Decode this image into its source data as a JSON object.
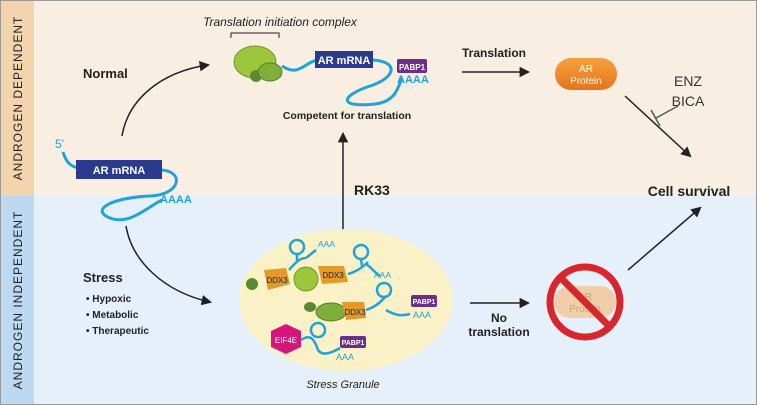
{
  "bands": {
    "top_label": "ANDROGEN DEPENDENT",
    "bottom_label": "ANDROGEN INDEPENDENT",
    "top_color": "#f8eee1",
    "bottom_color": "#e6f0fa",
    "side_top_color": "#f3d4ad",
    "side_bottom_color": "#bcd9f1"
  },
  "mrna": {
    "five_prime": "5'",
    "label": "AR mRNA",
    "polya": "AAAA"
  },
  "normal": {
    "label": "Normal",
    "complex_title": "Translation initiation complex",
    "mrna_label": "AR mRNA",
    "pabp": "PABP1",
    "polya": "AAAA",
    "competent": "Competent for translation"
  },
  "translation": {
    "label": "Translation",
    "protein": [
      "AR",
      "Protein"
    ]
  },
  "inhibitors": [
    "ENZ",
    "BICA"
  ],
  "cell_survival": "Cell survival",
  "rk33": "RK33",
  "stress": {
    "title": "Stress",
    "items": [
      "Hypoxic",
      "Metabolic",
      "Therapeutic"
    ]
  },
  "granule": {
    "label": "Stress Granule",
    "ddx3": "DDX3",
    "eif4e": "EIF4E",
    "pabp": "PABP1",
    "aaa": "AAA"
  },
  "no_translation": [
    "No",
    "translation"
  ],
  "blocked_protein": [
    "AR",
    "Protein"
  ],
  "colors": {
    "mrna_line": "#1fa3dc",
    "mrna_box": "#2b3a8c",
    "pabp": "#6b2f8a",
    "ddx3": "#e39a2a",
    "eif4e": "#d6157a",
    "ribosome": "#9cc63b",
    "protein": "#f08a2a",
    "forbidden": "#d8262c",
    "granule": "#faf2c6"
  }
}
